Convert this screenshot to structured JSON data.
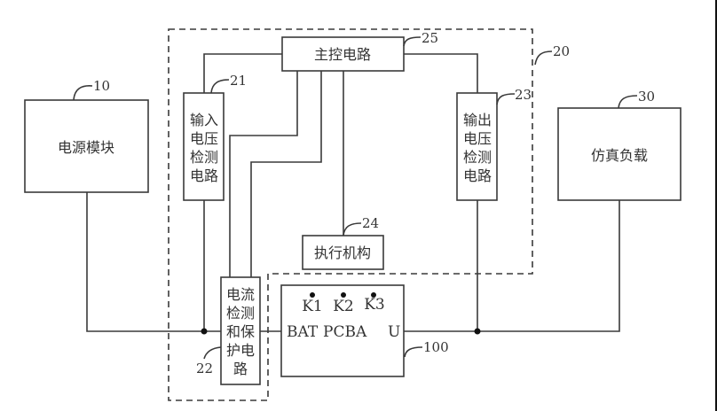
{
  "diagram": {
    "type": "block-diagram",
    "blocks": {
      "power_module": {
        "ref": "10",
        "label": "电源模块"
      },
      "test_device": {
        "ref": "20"
      },
      "input_voltage_detect": {
        "ref": "21",
        "lines": [
          "输入",
          "电压",
          "检测",
          "电路"
        ]
      },
      "current_detect_protect": {
        "ref": "22",
        "lines": [
          "电流",
          "检测",
          "和保",
          "护电",
          "路"
        ]
      },
      "output_voltage_detect": {
        "ref": "23",
        "lines": [
          "输出",
          "电压",
          "检测",
          "电路"
        ]
      },
      "actuator": {
        "ref": "24",
        "label": "执行机构"
      },
      "main_control": {
        "ref": "25",
        "label": "主控电路"
      },
      "sim_load": {
        "ref": "30",
        "label": "仿真负载"
      },
      "pcba": {
        "ref": "100",
        "keys": [
          "K1",
          "K2",
          "K3"
        ],
        "left_pin": "BAT",
        "name": "PCBA",
        "right_pin": "U"
      }
    },
    "colors": {
      "line": "#3a3a3a",
      "text": "#333333",
      "background": "#ffffff"
    }
  }
}
